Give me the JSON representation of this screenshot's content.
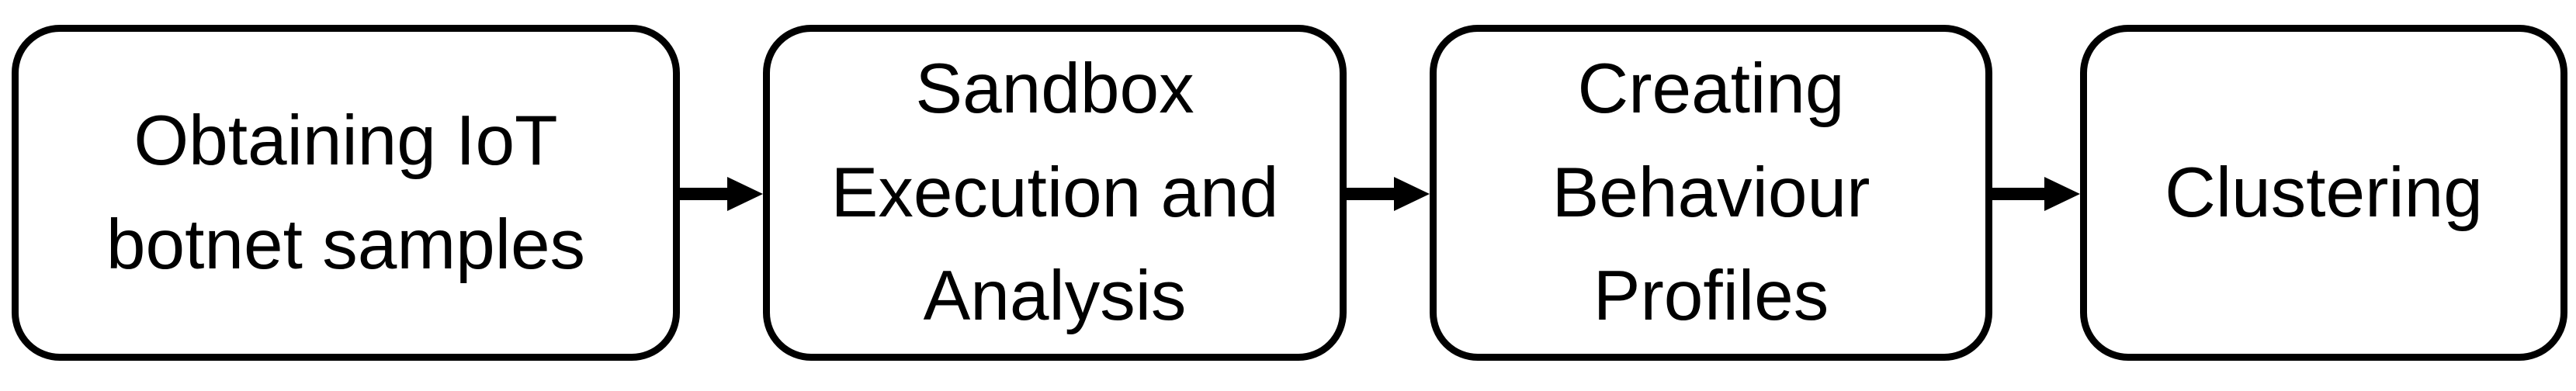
{
  "diagram": {
    "type": "flowchart",
    "direction": "left-to-right",
    "steps": [
      {
        "id": "obtaining-samples",
        "label": "Obtaining IoT\nbotnet samples"
      },
      {
        "id": "sandbox-execution",
        "label": "Sandbox\nExecution and\nAnalysis"
      },
      {
        "id": "behaviour-profiles",
        "label": "Creating\nBehaviour\nProfiles"
      },
      {
        "id": "clustering",
        "label": "Clustering"
      }
    ],
    "connectors": [
      {
        "from": "obtaining-samples",
        "to": "sandbox-execution"
      },
      {
        "from": "sandbox-execution",
        "to": "behaviour-profiles"
      },
      {
        "from": "behaviour-profiles",
        "to": "clustering"
      }
    ],
    "colors": {
      "box_border": "#000000",
      "box_fill": "#ffffff",
      "text": "#000000",
      "arrow": "#000000",
      "background": "#ffffff"
    }
  }
}
